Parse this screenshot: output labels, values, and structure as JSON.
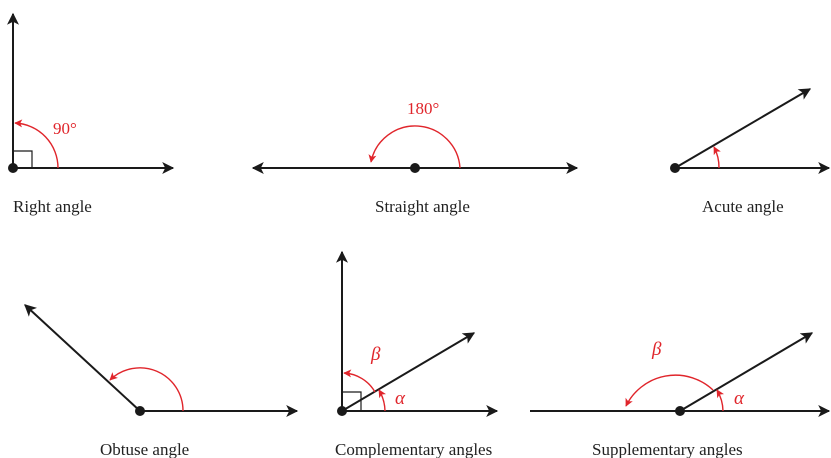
{
  "colors": {
    "line": "#1a1a1a",
    "accent": "#e0252b",
    "caption": "#222222"
  },
  "panels": {
    "right": {
      "caption": "Right angle",
      "measure": "90°"
    },
    "straight": {
      "caption": "Straight angle",
      "measure": "180°"
    },
    "acute": {
      "caption": "Acute angle"
    },
    "obtuse": {
      "caption": "Obtuse angle"
    },
    "complementary": {
      "caption": "Complementary angles",
      "alpha": "α",
      "beta": "β"
    },
    "supplementary": {
      "caption": "Supplementary angles",
      "alpha": "α",
      "beta": "β"
    }
  }
}
